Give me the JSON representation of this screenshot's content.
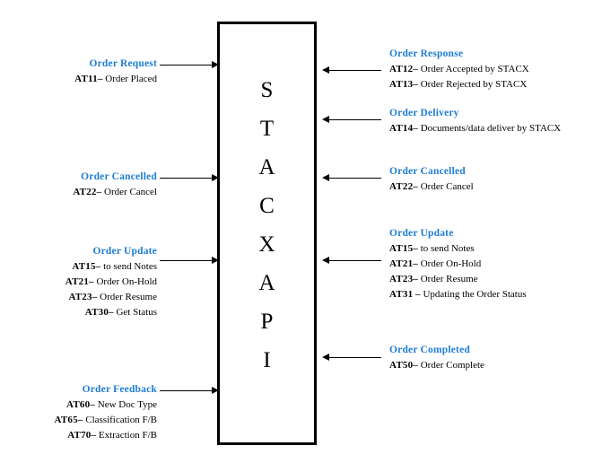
{
  "diagram": {
    "center_box": {
      "name": "STACX API",
      "letters": [
        "S",
        "T",
        "A",
        "C",
        "X",
        "A",
        "P",
        "I"
      ]
    },
    "left_blocks": [
      {
        "title": "Order Request",
        "items": [
          {
            "code": "AT11",
            "dash": "–",
            "text": "Order Placed"
          }
        ]
      },
      {
        "title": "Order Cancelled",
        "items": [
          {
            "code": "AT22",
            "dash": "–",
            "text": "Order Cancel"
          }
        ]
      },
      {
        "title": "Order Update",
        "items": [
          {
            "code": "AT15",
            "dash": "–",
            "text": "to send Notes"
          },
          {
            "code": "AT21",
            "dash": "–",
            "text": "Order On-Hold"
          },
          {
            "code": "AT23",
            "dash": "–",
            "text": "Order Resume"
          },
          {
            "code": "AT30",
            "dash": "–",
            "text": "Get Status"
          }
        ]
      },
      {
        "title": "Order Feedback",
        "items": [
          {
            "code": "AT60",
            "dash": "–",
            "text": "New Doc Type"
          },
          {
            "code": "AT65",
            "dash": "–",
            "text": "Classification F/B"
          },
          {
            "code": "AT70",
            "dash": "–",
            "text": "Extraction F/B"
          }
        ]
      }
    ],
    "right_blocks": [
      {
        "title": "Order Response",
        "items": [
          {
            "code": "AT12",
            "dash": "–",
            "text": "Order Accepted by STACX"
          },
          {
            "code": "AT13",
            "dash": "–",
            "text": "Order Rejected by STACX"
          }
        ]
      },
      {
        "title": "Order Delivery",
        "items": [
          {
            "code": "AT14",
            "dash": "–",
            "text": "Documents/data deliver by STACX"
          }
        ]
      },
      {
        "title": "Order Cancelled",
        "items": [
          {
            "code": "AT22",
            "dash": "–",
            "text": "Order Cancel"
          }
        ]
      },
      {
        "title": "Order Update",
        "items": [
          {
            "code": "AT15",
            "dash": "–",
            "text": "to send Notes"
          },
          {
            "code": "AT21",
            "dash": "–",
            "text": "Order On-Hold"
          },
          {
            "code": "AT23",
            "dash": "–",
            "text": "Order Resume"
          },
          {
            "code": "AT31",
            "dash": "–",
            "text": "Updating the Order Status"
          }
        ]
      },
      {
        "title": "Order Completed",
        "items": [
          {
            "code": "AT50",
            "dash": "–",
            "text": "Order Complete"
          }
        ]
      }
    ],
    "colors": {
      "title_blue": "#1F7DD4",
      "text_black": "#000000",
      "box_border": "#000000",
      "background": "#FFFFFF"
    }
  }
}
